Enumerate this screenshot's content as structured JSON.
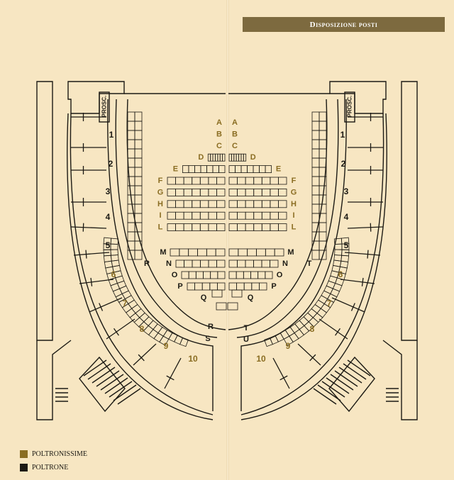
{
  "header": {
    "title": "Disposizione posti"
  },
  "stage_label": "PROSC.",
  "colors": {
    "gold": "#8a6d22",
    "dark": "#1c1a14",
    "header_bg": "#7d6a3f",
    "page_bg": "#f7e6c2"
  },
  "rows_upper": [
    "A",
    "B",
    "C",
    "D",
    "E",
    "F",
    "G",
    "H",
    "I",
    "L"
  ],
  "rows_mid": [
    "M",
    "N",
    "O",
    "P"
  ],
  "row_q": "Q",
  "ring_left": [
    "R",
    "S"
  ],
  "ring_right": [
    "T",
    "U"
  ],
  "box_numbers": [
    "1",
    "2",
    "3",
    "4",
    "5",
    "6",
    "7",
    "8",
    "9",
    "10"
  ],
  "legend": [
    {
      "label": "POLTRONISSIME",
      "color": "#8a6d22"
    },
    {
      "label": "POLTRONE",
      "color": "#1c1a14"
    }
  ]
}
